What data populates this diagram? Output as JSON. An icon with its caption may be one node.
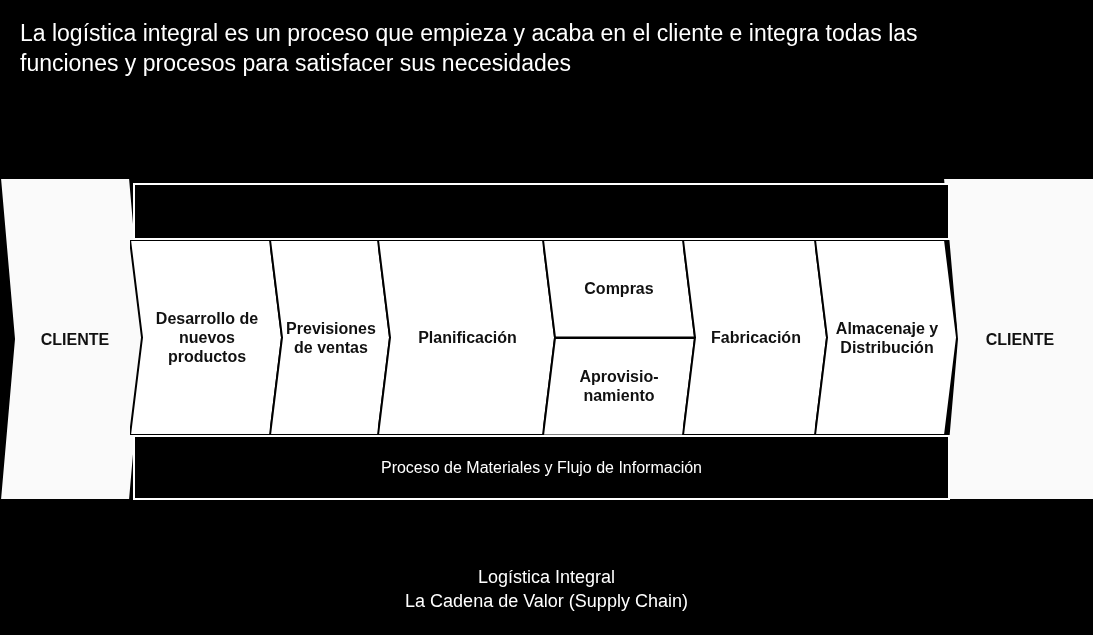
{
  "diagram": {
    "title": "La logística integral es un proceso que empieza y acaba en el cliente e integra todas las funciones y procesos para satisfacer sus necesidades",
    "caption": "Logística Integral",
    "nodes": [
      {
        "text": [
          "CLIENTE"
        ]
      },
      {
        "text": [
          "Desarrollo de nuevos productos"
        ]
      },
      {
        "text": [
          "Previsiones de ventas"
        ]
      },
      {
        "text": [
          "Planificación"
        ]
      },
      {
        "text": [
          "Compras"
        ]
      },
      {
        "text": [
          "Aprovisio- namiento"
        ]
      },
      {
        "text": [
          "Fabricación"
        ]
      },
      {
        "text": [
          "Almacenaje y Distribución"
        ]
      },
      {
        "text": [
          "CLIENTE"
        ]
      },
      {
        "text": [],
        "shape": "bar"
      },
      {
        "text": [
          "Proceso de Materiales y Flujo de Información"
        ]
      }
    ],
    "labels": [
      "La Cadena de Valor (Supply Chain)"
    ]
  }
}
